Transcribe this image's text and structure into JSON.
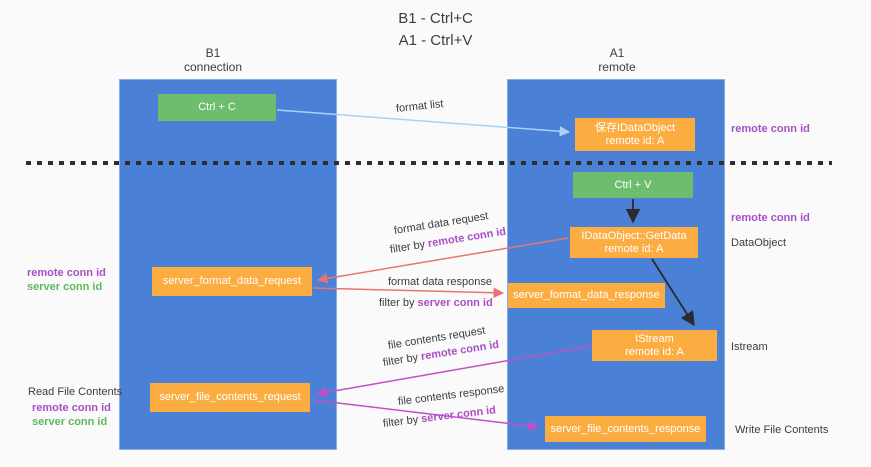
{
  "title": {
    "line1": "B1 - Ctrl+C",
    "line2": "A1 - Ctrl+V"
  },
  "lanes": {
    "left": {
      "title": "B1",
      "subtitle": "connection"
    },
    "right": {
      "title": "A1",
      "subtitle": "remote"
    }
  },
  "nodes": {
    "ctrl_c": {
      "label": "Ctrl + C"
    },
    "save_idataobject": {
      "line1": "保存IDataObject",
      "line2": "remote id: A"
    },
    "ctrl_v": {
      "label": "Ctrl + V"
    },
    "getdata": {
      "line1": "IDataObject::GetData",
      "line2": "remote id: A"
    },
    "istream": {
      "line1": "IStream",
      "line2": "remote id: A"
    },
    "format_request": {
      "label": "server_format_data_request"
    },
    "format_response": {
      "label": "server_format_data_response"
    },
    "file_request": {
      "label": "server_file_contents_request"
    },
    "file_response": {
      "label": "server_file_contents_response"
    }
  },
  "annotations": {
    "right_remote_conn_id_top": "remote conn id",
    "right_remote_conn_id_mid": "remote conn id",
    "right_dataobject": "DataObject",
    "right_istream": "Istream",
    "right_write_file_contents": "Write File Contents",
    "left_remote_conn_id_1": "remote conn id",
    "left_server_conn_id_1": "server conn id",
    "left_read_file_contents": "Read File Contents",
    "left_remote_conn_id_2": "remote conn id",
    "left_server_conn_id_2": "server conn id"
  },
  "flows": {
    "format_list": {
      "label": "format list"
    },
    "format_data_request": {
      "label": "format data request",
      "filter_prefix": "filter by ",
      "filter_key": "remote conn id"
    },
    "format_data_response": {
      "label": "format data response",
      "filter_prefix": "filter by ",
      "filter_key": "server conn id"
    },
    "file_contents_request": {
      "label": "file contents request",
      "filter_prefix": "filter by ",
      "filter_key": "remote conn id"
    },
    "file_contents_response": {
      "label": "file contents response",
      "filter_prefix": "filter by ",
      "filter_key": "server conn id"
    }
  },
  "colors": {
    "background": "#fafafa",
    "panel_blue": "#4a80d6",
    "box_orange": "#fbad42",
    "box_green": "#6cbe6e",
    "arrow_light_blue": "#a9d3f5",
    "arrow_red": "#e87472",
    "arrow_magenta": "#c44fc4",
    "arrow_black": "#2b2b2b",
    "text_purple": "#a84fc6",
    "text_green": "#5cb860",
    "text_dark": "#3c3c3c"
  }
}
